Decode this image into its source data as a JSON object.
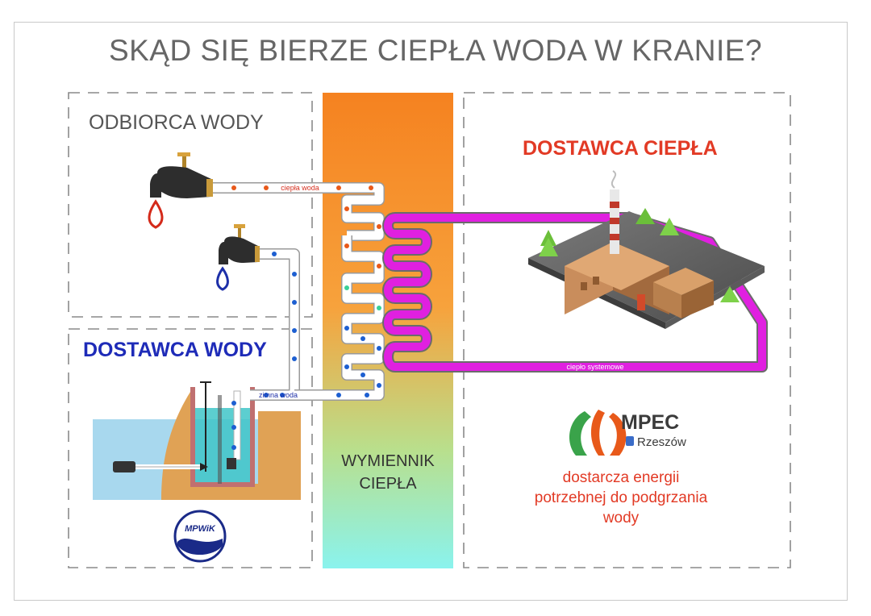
{
  "title": "SKĄD SIĘ BIERZE CIEPŁA WODA W KRANIE?",
  "sections": {
    "consumer": "ODBIORCA WODY",
    "water_supplier": "DOSTAWCA WODY",
    "heat_supplier": "DOSTAWCA CIEPŁA",
    "exchanger_line1": "WYMIENNIK",
    "exchanger_line2": "CIEPŁA"
  },
  "pipes": {
    "hot_water": "ciepła woda",
    "cold_water": "zimna woda",
    "system_heat": "ciepło systemowe"
  },
  "logos": {
    "mpwik": "MPWiK",
    "mpec_name": "MPEC",
    "mpec_city": "Rzeszów"
  },
  "description": {
    "line1": "dostarcza energii",
    "line2": "potrzebnej do podgrzania",
    "line3": "wody"
  },
  "colors": {
    "hot_pipe_dots": "#e8591a",
    "cold_pipe_dots": "#1d5fd1",
    "system_pipe": "#e020e0",
    "exchanger_top": "#f58220",
    "exchanger_bottom": "#8af3ee",
    "heat_supplier_text": "#e23a25",
    "water_supplier_text": "#1e2bb8"
  }
}
